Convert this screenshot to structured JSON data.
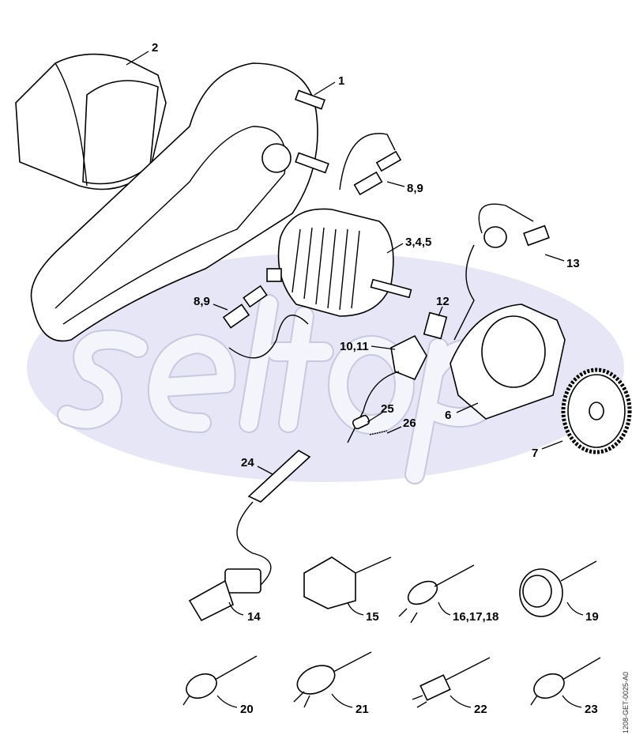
{
  "watermark": "seltop",
  "drawing_code": "1208-GET-0025-A0",
  "callouts": {
    "c1": "1",
    "c2": "2",
    "c3": "8,9",
    "c4": "3,4,5",
    "c5": "13",
    "c6": "8,9",
    "c7": "12",
    "c8": "10,11",
    "c9": "6",
    "c10": "7",
    "c11": "25",
    "c12": "26",
    "c13": "24",
    "c14": "14",
    "c15": "15",
    "c16": "16,17,18",
    "c17": "19",
    "c18": "20",
    "c19": "21",
    "c20": "22",
    "c21": "23"
  },
  "colors": {
    "watermark_fill": "#e6e6f6",
    "line": "#000000"
  }
}
